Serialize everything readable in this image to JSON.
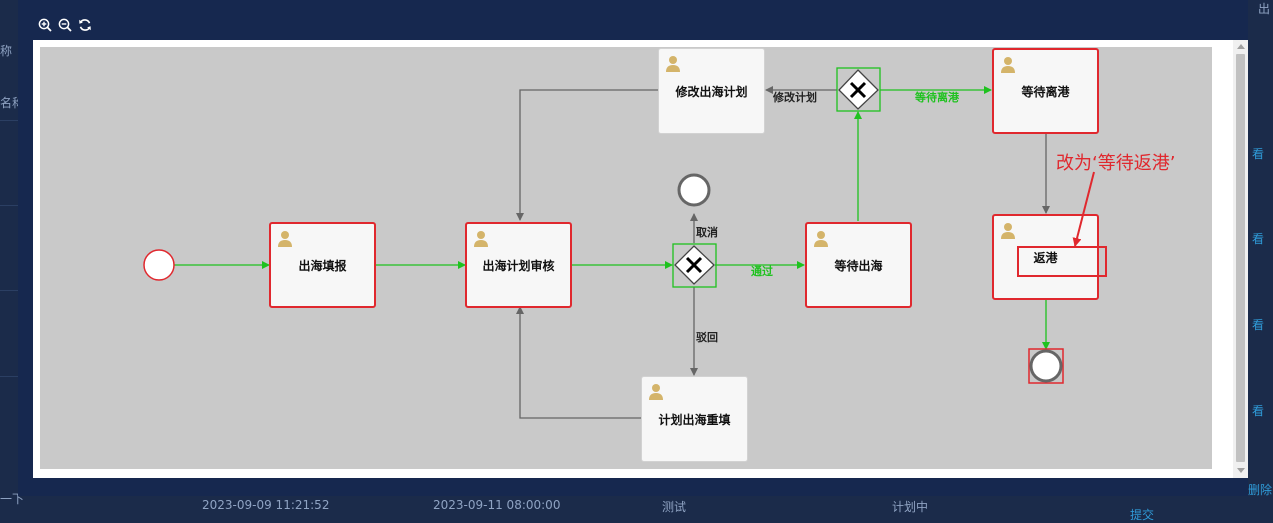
{
  "background": {
    "left_labels": [
      "称",
      "名称",
      "一下"
    ],
    "right_links": [
      "看",
      "看",
      "看",
      "看",
      "删除"
    ],
    "bottom_row": [
      "2023-09-09 11:21:52",
      "2023-09-11 08:00:00",
      "测试",
      "计划中",
      "提交"
    ],
    "top_right_label": "出"
  },
  "toolbar": {
    "zoom_in_icon": "zoom-in-icon",
    "zoom_out_icon": "zoom-out-icon",
    "reset_icon": "refresh-icon"
  },
  "diagram": {
    "tasks": {
      "fill": "出海填报",
      "review": "出海计划审核",
      "modify": "修改出海计划",
      "refill": "计划出海重填",
      "wait_depart": "等待出海",
      "wait_leave": "等待离港",
      "return": "返港"
    },
    "flows": {
      "cancel": "取消",
      "reject": "驳回",
      "pass": "通过",
      "modify_plan": "修改计划",
      "wait_leave_port": "等待离港"
    },
    "annotation": "改为‘等待返港’",
    "colors": {
      "active": "#e0282e",
      "flow_green": "#1fc21f",
      "flow_gray": "#666666"
    }
  }
}
